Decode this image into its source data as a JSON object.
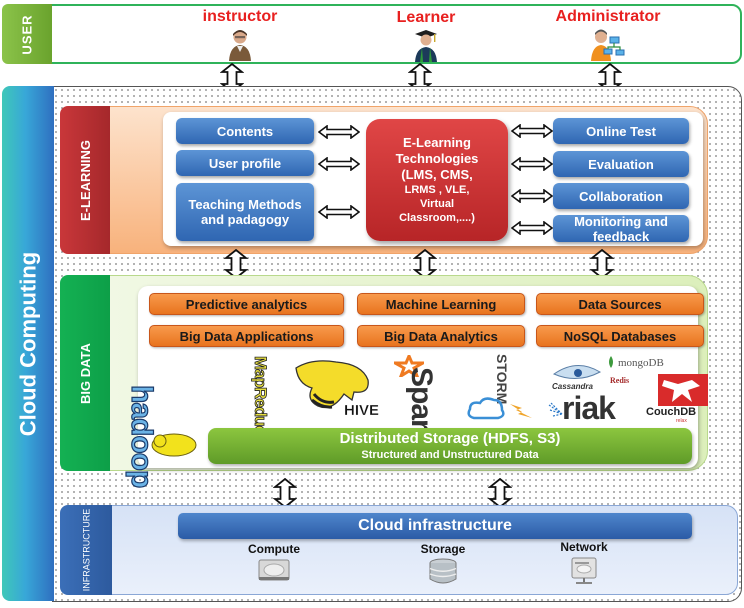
{
  "user": {
    "tab_label": "USER",
    "roles": [
      {
        "label": "instructor",
        "icon": "instructor-icon"
      },
      {
        "label": "Learner",
        "icon": "graduate-learner-icon"
      },
      {
        "label": "Administrator",
        "icon": "administrator-network-icon"
      }
    ]
  },
  "cloud": {
    "tab_label": "Cloud Computing"
  },
  "elearning": {
    "tab_label": "E-LEARNING",
    "left_items": [
      "Contents",
      "User profile",
      "Teaching Methods and padagogy"
    ],
    "center": {
      "line1": "E-Learning",
      "line2": "Technologies",
      "line3": "(LMS, CMS,",
      "line4": "LRMS , VLE,",
      "line5": "Virtual",
      "line6": "Classroom,....)"
    },
    "right_items": [
      "Online Test",
      "Evaluation",
      "Collaboration",
      "Monitoring and feedback"
    ]
  },
  "bigdata": {
    "tab_label": "BIG DATA",
    "row1": [
      "Predictive analytics",
      "Machine Learning",
      "Data Sources"
    ],
    "row2": [
      "Big Data Applications",
      "Big Data Analytics",
      "NoSQL Databases"
    ],
    "logos": {
      "hadoop": "hadoop",
      "mapreduce": "MapReduce",
      "hive": "HIVE",
      "spark": "Spark",
      "storm": "STORM",
      "cassandra": "Cassandra",
      "mongodb": "mongoDB",
      "redis": "Redis",
      "riak": "riak",
      "couchdb": "CouchDB",
      "couchdb_tag": "relax"
    },
    "storage": {
      "title": "Distributed Storage (HDFS, S3)",
      "subtitle": "Structured and Unstructured  Data"
    }
  },
  "infrastructure": {
    "tab_label": "INFRASTRUCTURE",
    "bar_label": "Cloud infrastructure",
    "items": [
      {
        "label": "Compute",
        "icon": "hard-drive-icon"
      },
      {
        "label": "Storage",
        "icon": "database-icon"
      },
      {
        "label": "Network",
        "icon": "network-drive-icon"
      }
    ]
  },
  "colors": {
    "role_label": "#e8201f",
    "elearning_tab": "#c9373a",
    "bigdata_tab": "#14b153",
    "infra_tab": "#2d5a9e",
    "blue_button": "#2f66b2",
    "orange_button": "#e8731e",
    "green_bar": "#6aa32d"
  }
}
